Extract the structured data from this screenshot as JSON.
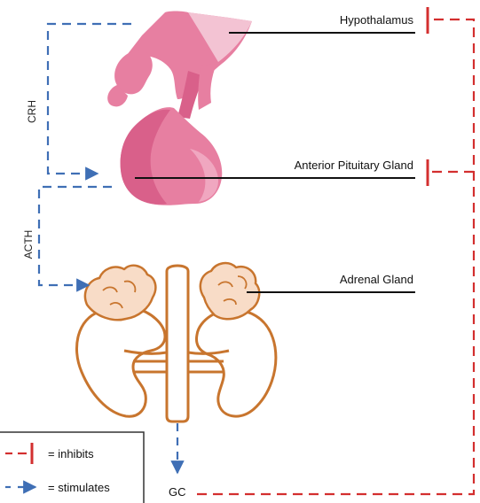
{
  "labels": {
    "hypothalamus": "Hypothalamus",
    "pituitary": "Anterior Pituitary Gland",
    "adrenal": "Adrenal Gland",
    "crh": "CRH",
    "acth": "ACTH",
    "gc": "GC"
  },
  "legend": {
    "inhibits": "= inhibits",
    "stimulates": "= stimulates"
  },
  "colors": {
    "inhibit": "#d32f2f",
    "stimulate": "#3f6fb5",
    "gland_pink": "#e77fa1",
    "gland_pink_dark": "#d9608a",
    "gland_pink_light": "#f3c3d3",
    "kidney_outline": "#c8752e",
    "adrenal_fill": "#f8dcc7"
  }
}
